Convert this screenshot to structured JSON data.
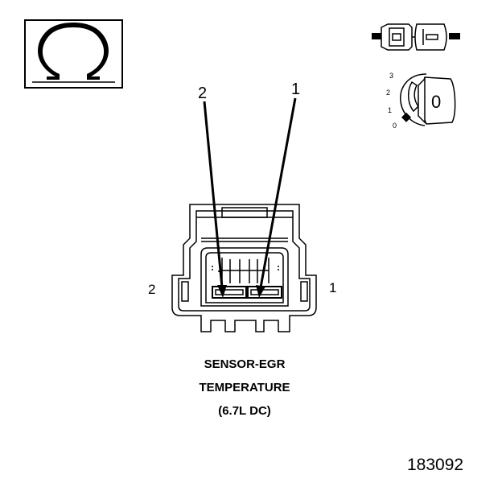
{
  "ohmmeter_icon": {
    "symbol": "Ω",
    "icon": "ohm-icon"
  },
  "connector_icon": {
    "icon": "connector-icon"
  },
  "ignition_key": {
    "icon": "ignition-key-icon",
    "positions": [
      "3",
      "2",
      "1",
      "0"
    ],
    "key_label": "0"
  },
  "callouts": {
    "pin2": "2",
    "pin1": "1"
  },
  "connector_view": {
    "left_pin": "2",
    "right_pin": "1"
  },
  "caption": {
    "line1": "SENSOR-EGR",
    "line2": "TEMPERATURE",
    "line3": "(6.7L DC)"
  },
  "figure_number": "183092"
}
